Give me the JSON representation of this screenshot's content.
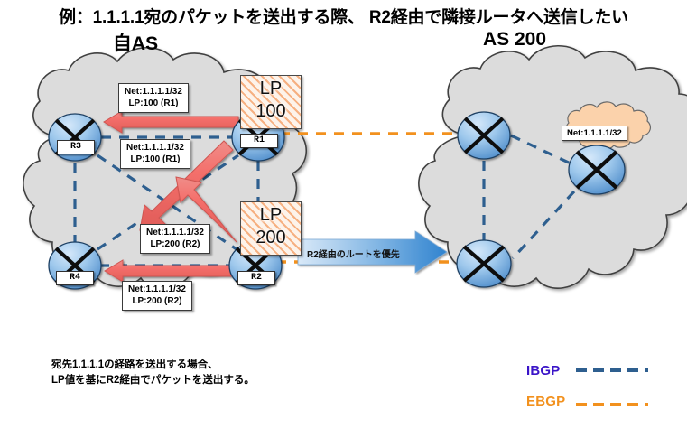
{
  "header": {
    "title": "例：1.1.1.1宛のパケットを送出する際、 R2経由で隣接ルータへ送信したい"
  },
  "as_left": {
    "title": "自AS",
    "routers": [
      {
        "id": "r1",
        "label": "R1"
      },
      {
        "id": "r2",
        "label": "R2"
      },
      {
        "id": "r3",
        "label": "R3"
      },
      {
        "id": "r4",
        "label": "R4"
      }
    ],
    "lp_boxes": [
      {
        "id": "lp100",
        "line1": "LP",
        "line2": "100"
      },
      {
        "id": "lp200",
        "line1": "LP",
        "line2": "200"
      }
    ],
    "route_labels": [
      {
        "id": "adv-r1-to-r3",
        "net": "Net:1.1.1.1/32",
        "lp": "LP:100 (R1)"
      },
      {
        "id": "adv-r1-to-center",
        "net": "Net:1.1.1.1/32",
        "lp": "LP:100 (R1)"
      },
      {
        "id": "adv-r2-to-center",
        "net": "Net:1.1.1.1/32",
        "lp": "LP:200 (R2)"
      },
      {
        "id": "adv-r2-to-r4",
        "net": "Net:1.1.1.1/32",
        "lp": "LP:200 (R2)"
      }
    ]
  },
  "as_right": {
    "title": "AS 200",
    "net_label": "Net:1.1.1.1/32"
  },
  "emphasis_arrow": {
    "text": "R2経由のルートを優先"
  },
  "caption": {
    "line1": "宛先1.1.1.1の経路を送出する場合、",
    "line2": "LP値を基にR2経由でパケットを送出する。"
  },
  "legend": {
    "items": [
      {
        "id": "ibgp",
        "label": "IBGP",
        "color": "#3a14c8",
        "line_color": "#2e5f8f"
      },
      {
        "id": "ebgp",
        "label": "EBGP",
        "color": "#f2911e",
        "line_color": "#f2911e"
      }
    ]
  },
  "colors": {
    "cloud_fill": "#dcdcdc",
    "cloud_stroke": "#3f3f3f",
    "router_blue_light": "#b9d7f2",
    "router_blue_dark": "#4a8fd4",
    "ibgp_dash": "#2e5f8f",
    "ebgp_dash": "#f2911e",
    "red_arrow": "#f2726f",
    "red_arrow_edge": "#d0504c",
    "blue_arrow_light": "#cfe3f7",
    "blue_arrow_dark": "#3f8fd6",
    "small_cloud": "#fbd2ab"
  }
}
